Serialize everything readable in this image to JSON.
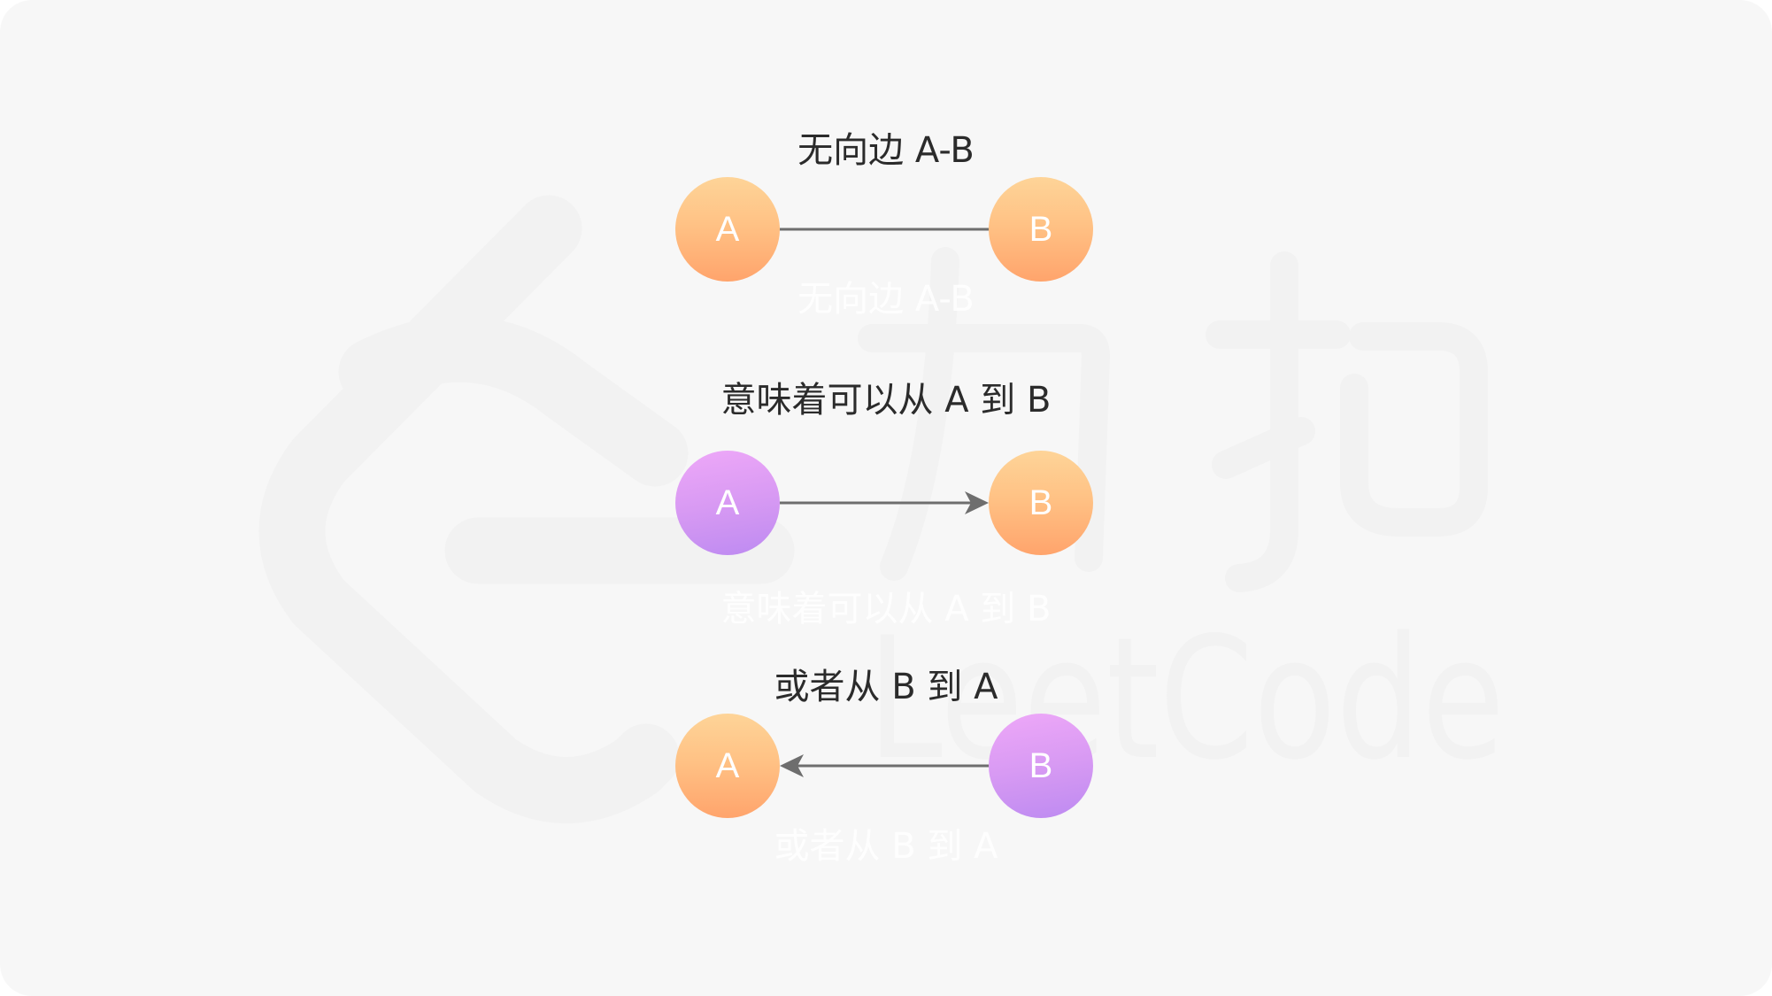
{
  "watermark": {
    "brand_cn": "力扣",
    "brand_en": "LeetCode",
    "color": "#f2f2f2"
  },
  "colors": {
    "background": "#f7f7f7",
    "edge": "#6e6e6e",
    "caption_text": "#2b2b2b",
    "node_orange_top": "#fed498",
    "node_orange_bottom": "#ffa46c",
    "node_purple_top": "#eea8f8",
    "node_purple_bottom": "#bd8af1"
  },
  "diagrams": [
    {
      "caption": "无向边 A-B",
      "edge_type": "undirected",
      "nodes": [
        {
          "label": "A",
          "color": "orange"
        },
        {
          "label": "B",
          "color": "orange"
        }
      ]
    },
    {
      "caption": "意味着可以从 A 到 B",
      "edge_type": "directed A→B",
      "nodes": [
        {
          "label": "A",
          "color": "purple"
        },
        {
          "label": "B",
          "color": "orange"
        }
      ]
    },
    {
      "caption": "或者从 B 到 A",
      "edge_type": "directed B→A",
      "nodes": [
        {
          "label": "A",
          "color": "orange"
        },
        {
          "label": "B",
          "color": "purple"
        }
      ]
    }
  ]
}
